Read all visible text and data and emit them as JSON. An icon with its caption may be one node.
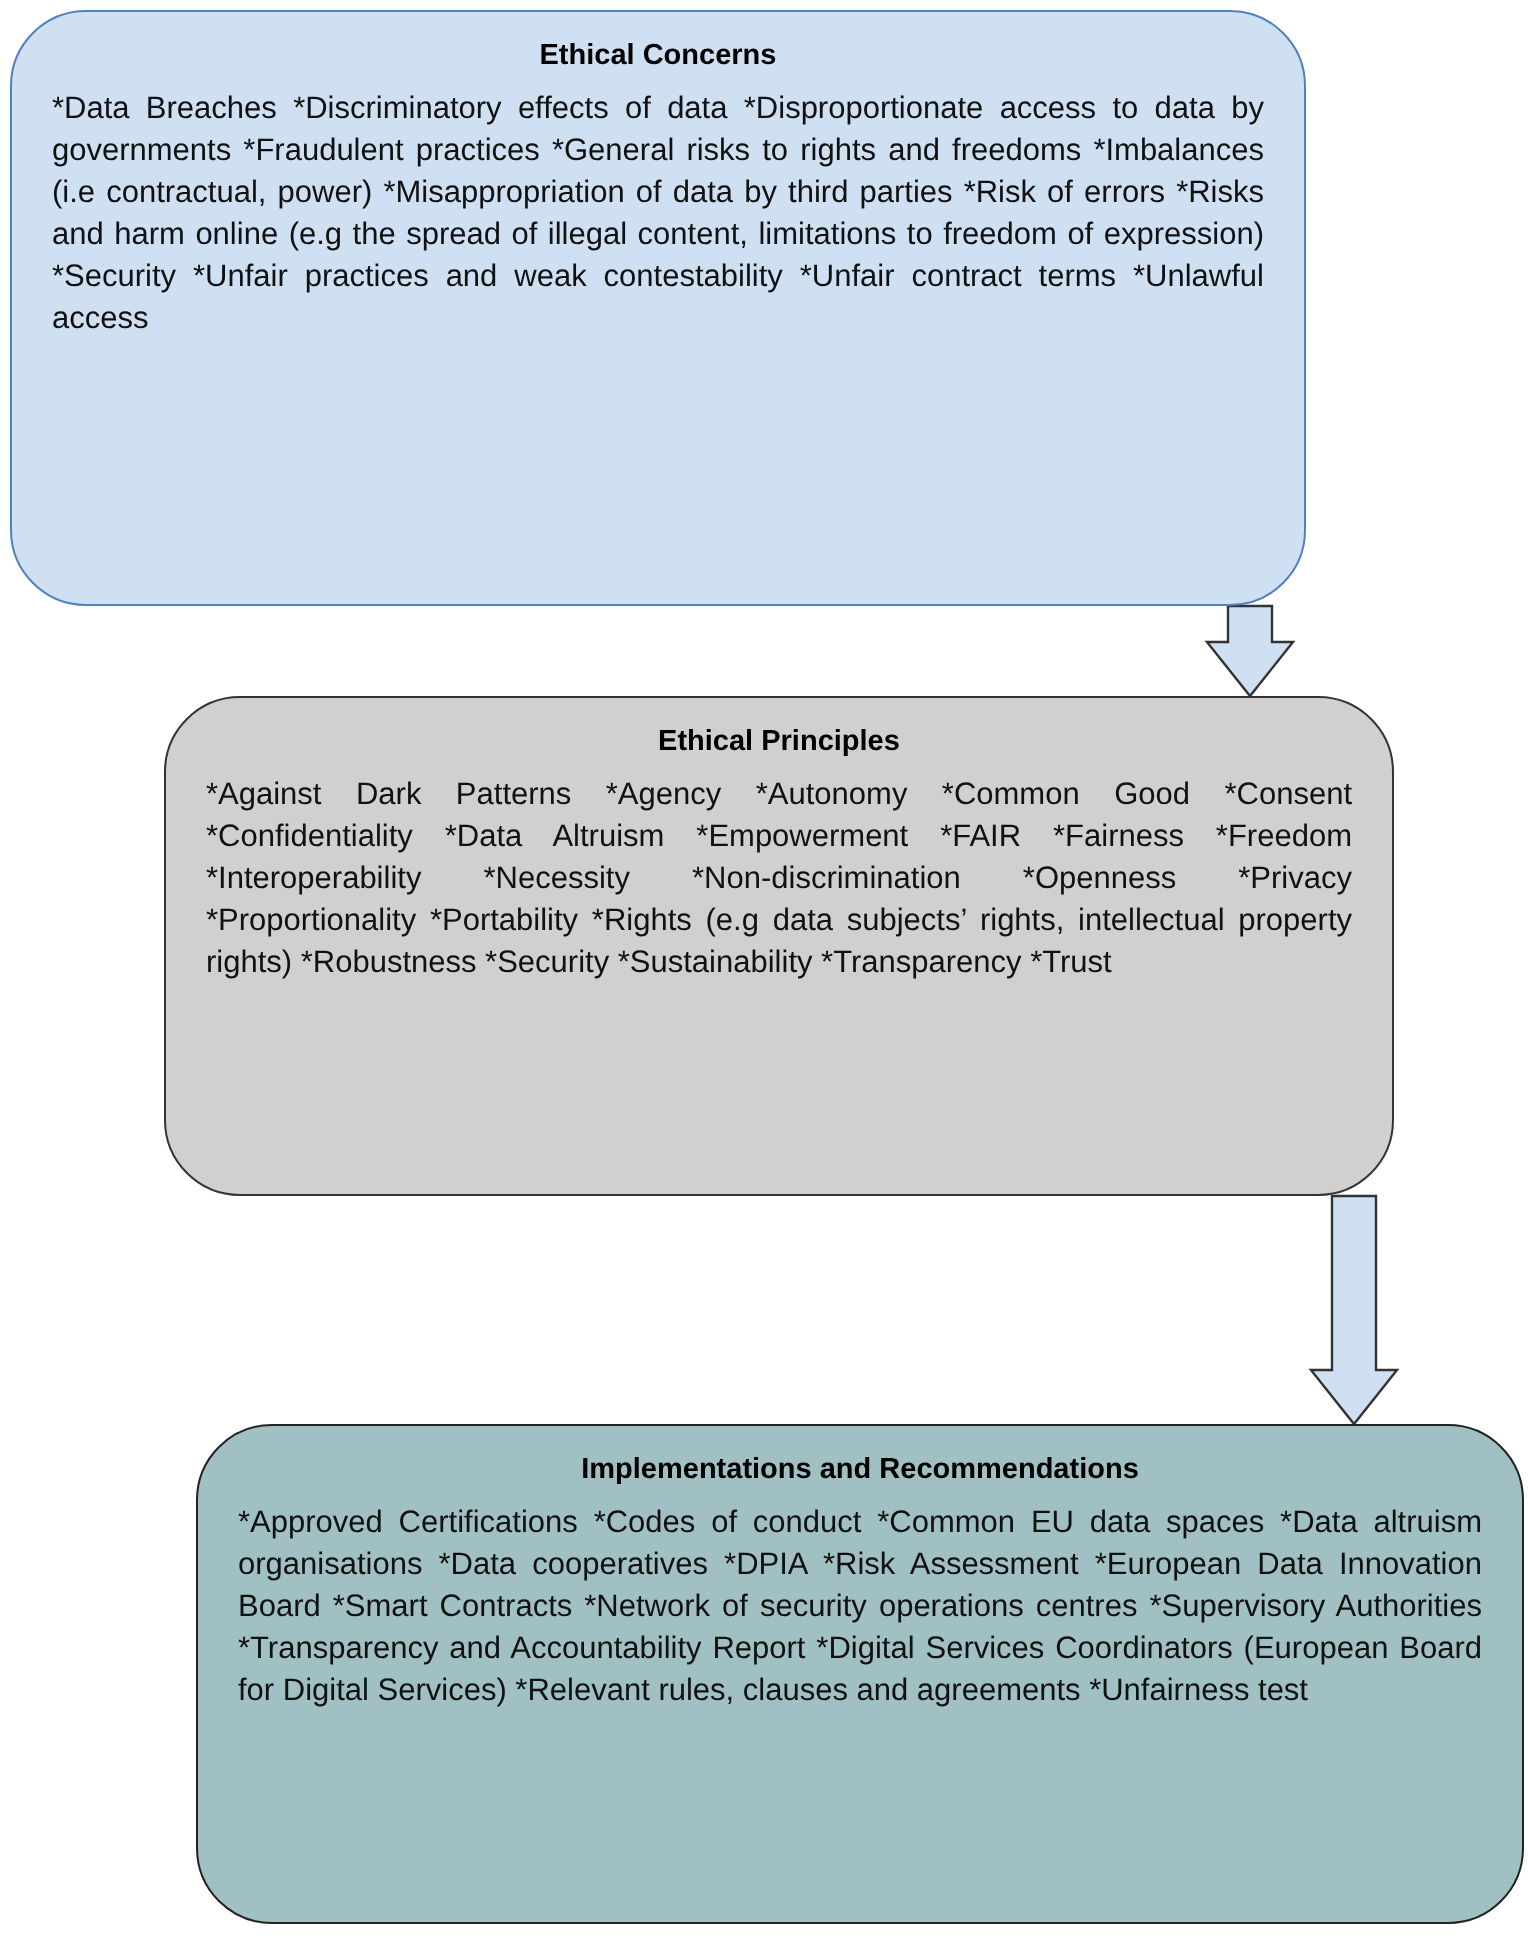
{
  "diagram": {
    "nodes": [
      {
        "text": [
          "Ethical Concerns",
          "*Data Breaches *Discriminatory effects of data *Disproportionate access to data by governments *Fraudulent practices *General risks to rights and freedoms *Imbalances (i.e contractual, power) *Misappropriation of data by third parties *Risk of errors *Risks and harm online (e.g the spread of illegal content, limitations to freedom of expression) *Security *Unfair practices and weak contestability *Unfair contract terms *Unlawful access"
        ]
      },
      {
        "text": [
          "Ethical Principles",
          "*Against Dark Patterns *Agency *Autonomy *Common Good *Consent *Confidentiality *Data Altruism *Empowerment *FAIR *Fairness *Freedom *Interoperability *Necessity *Non-discrimination *Openness *Privacy *Proportionality *Portability *Rights (e.g data subjects’ rights, intellectual property rights) *Robustness *Security *Sustainability *Transparency *Trust"
        ]
      },
      {
        "text": [
          "Implementations and Recommendations",
          "*Approved Certifications *Codes of conduct *Common EU data spaces *Data altruism organisations *Data cooperatives *DPIA *Risk Assessment *European Data Innovation Board *Smart Contracts *Network of security operations centres *Supervisory Authorities *Transparency and Accountability Report *Digital Services Coordinators (European Board for Digital Services) *Relevant rules, clauses and agreements *Unfairness test"
        ]
      }
    ],
    "edges": [
      {
        "from": 0,
        "to": 1,
        "arrow": "to"
      },
      {
        "from": 1,
        "to": 2,
        "arrow": "to"
      }
    ]
  }
}
